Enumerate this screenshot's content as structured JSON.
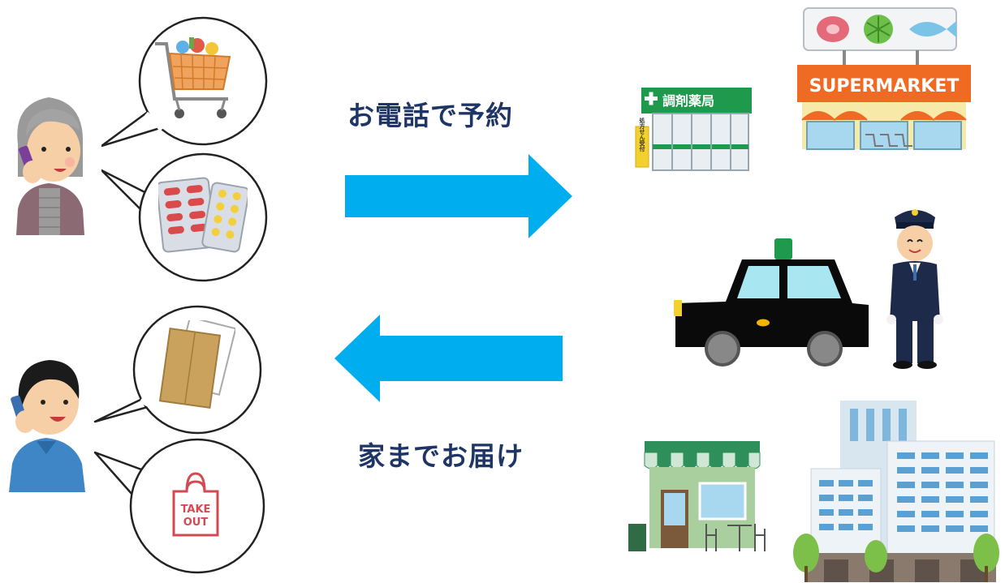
{
  "labels": {
    "reserve": "お電話で予約",
    "deliver": "家までお届け"
  },
  "signs": {
    "pharmacy": "調剤薬局",
    "pharmacy_side": "処方せん受付",
    "supermarket": "SUPERMARKET",
    "takeout_line1": "TAKE",
    "takeout_line2": "OUT"
  },
  "colors": {
    "arrow": "#00aeef",
    "label": "#1e3566",
    "pharmacy_green": "#1f9a4c",
    "super_orange": "#ef6a22",
    "taxi": "#0a0a0a"
  }
}
